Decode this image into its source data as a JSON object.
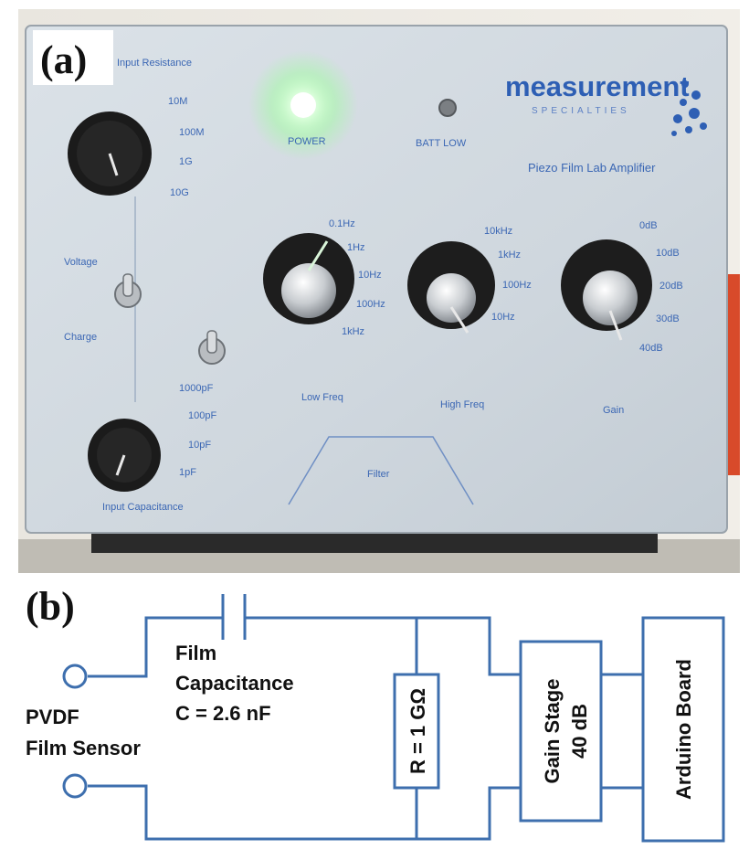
{
  "panel_a": {
    "label": "(a)",
    "brand": "measurement",
    "brand_sub": "SPECIALTIES",
    "model": "Piezo Film Lab Amplifier",
    "power_label": "POWER",
    "batt_label": "BATT LOW",
    "knob_labels": {
      "top_left": [
        "10M",
        "100M",
        "1G",
        "10G"
      ],
      "low_freq": [
        "0.1Hz",
        "1Hz",
        "10Hz",
        "100Hz",
        "1kHz"
      ],
      "high_freq": [
        "10kHz",
        "1kHz",
        "100Hz",
        "10Hz"
      ],
      "gain": [
        "0dB",
        "10dB",
        "20dB",
        "30dB",
        "40dB"
      ],
      "bottom_left": [
        "1000pF",
        "100pF",
        "10pF",
        "1pF"
      ]
    },
    "section_labels": {
      "low_freq": "Low Freq",
      "high_freq": "High Freq",
      "gain": "Gain",
      "filter": "Filter",
      "input_res": "Input Resistance",
      "input_cap": "Input Capacitance",
      "switch1": "Voltage",
      "switch2": "Charge"
    }
  },
  "panel_b": {
    "label": "(b)",
    "film_label": "Film",
    "capacitance_label": "Capacitance",
    "capacitance_value": "C = 2.6 nF",
    "sensor_line1": "PVDF",
    "sensor_line2": "Film Sensor",
    "resistor_label": "R = 1 GΩ",
    "gain_line1": "Gain Stage",
    "gain_line2": "40 dB",
    "arduino_label": "Arduino Board"
  },
  "colors": {
    "wire": "#3e6fae",
    "panel_face": "#d4dbe2",
    "power_led": "#9cff9c"
  }
}
